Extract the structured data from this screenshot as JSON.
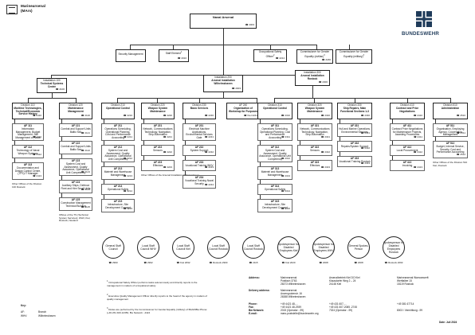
{
  "header": {
    "org_name": "Marinearsenal",
    "org_abbr": "(MArs)",
    "brand": "BUNDESWEHR"
  },
  "top": {
    "title": "Naval Arsenal",
    "tel": "2003"
  },
  "staff": [
    {
      "label": "Security Management",
      "tel": ""
    },
    {
      "label": "Staff Element",
      "sup": "1",
      "tel": "2010"
    },
    {
      "label": "Occupational Safety Officer",
      "sup": "2",
      "tel": "2214"
    },
    {
      "label": "Commissioner for Gender Equality (civilian)",
      "sup": "3",
      "tel": "2180"
    },
    {
      "label": "Commissioner for Gender Equality (military)",
      "sup": "3",
      "tel": ""
    }
  ],
  "installations": [
    {
      "title": "Installation 100",
      "name": "Technical Systems Centre",
      "tel": "2100"
    },
    {
      "title": "Installation 200",
      "name": "Arsenal Installation Wilhelmshaven",
      "tel": "2003"
    },
    {
      "title": "Installation 300",
      "name": "Arsenal Installation Rostock",
      "tel": "2300"
    }
  ],
  "divisions": [
    {
      "head": "Division 110",
      "name": "Maritime Technologies, Technical/Economic Service History",
      "tel": "2110",
      "items": [
        {
          "t": "AF 111",
          "d": "Information Management, Budget Management, Site Management of Naval Equipment",
          "tel": "2111"
        },
        {
          "t": "AF 112",
          "d": "Technology of Naval Weapon Systems",
          "tel": "2112"
        },
        {
          "t": "AF 113",
          "d": "Documentation and Design Control Centre, (TFS) IT Manager",
          "tel": "2113"
        }
      ],
      "note": "Other Offices of the Division 130 Rostock"
    },
    {
      "head": "Division 120",
      "name": "Maintenance Management",
      "tel": "2120",
      "items": [
        {
          "t": "AF 121",
          "d": "Combat and Support Units Baltic Sea",
          "tel": "2121"
        },
        {
          "t": "AF 122",
          "d": "Combat and Support Units Baltic Sea",
          "tel": "2122"
        },
        {
          "t": "AF 123",
          "d": "System Cost and Assessment, Quality Assurance, Operational Unit Competency",
          "tel": "2123"
        },
        {
          "t": "AF 124",
          "d": "Auxiliary Ships, Defence Fleet and Hire Small Units",
          "tel": "2124"
        },
        {
          "t": "AF 125",
          "d": "Construction Management Technical Building",
          "tel": "2125"
        }
      ],
      "note": "Offices of the TS (Technical System Services): WHV, Kiel, Rostock, Neuland"
    },
    {
      "head": "Division 210",
      "name": "Operational Control",
      "tel": "2210",
      "items": [
        {
          "t": "AF 211",
          "d": "Operations Scheduling, Operational Planning, Cost and Performance Accounting",
          "tel": "2211"
        },
        {
          "t": "AF 212",
          "d": "System Cost and Assessment, Quality Assurance, Operational Unit Competency",
          "tel": "2212"
        },
        {
          "t": "AF 213",
          "d": "Materiel and Warehouse Management",
          "tel": "2213"
        },
        {
          "t": "AF 214",
          "d": "Operational Safety",
          "tel": "2214"
        },
        {
          "t": "AF 215",
          "d": "Infrastructure, Site Development Concept",
          "tel": "2215"
        }
      ]
    },
    {
      "head": "Division 220",
      "name": "Weapon System Maintenance",
      "tel": "2220",
      "items": [
        {
          "t": "AF 221",
          "d": "Network, Communications Technology, Navigation, Ship Automation",
          "tel": "2221"
        },
        {
          "t": "AF 222",
          "d": "Sensors",
          "tel": "2222"
        },
        {
          "t": "AF 223",
          "d": "Effectors",
          "tel": "2223"
        }
      ],
      "note": "Other Offices of the Arsenal Installation Wilhelmshaven"
    },
    {
      "head": "Division 230",
      "name": "Basic Services",
      "tel": "2230",
      "items": [
        {
          "t": "AF 231",
          "d": "Electrical Machine Applications, Environmental Services Gate",
          "tel": "2231"
        },
        {
          "t": "AF 232",
          "d": "System Support",
          "tel": "2232"
        },
        {
          "t": "AF 233",
          "d": "Vocational Training WHV",
          "tel": "2233"
        },
        {
          "t": "AF 234",
          "d": "Vocational Training Naval Security",
          "tel": "2234"
        }
      ]
    },
    {
      "head": "AF 240",
      "name": "Organisation of Workshop for Purposes",
      "tel": "Kiel 2241",
      "items": []
    },
    {
      "head": "Division 310",
      "name": "Operational Control",
      "tel": "2310",
      "items": [
        {
          "t": "AF 311",
          "d": "Operations Scheduling, Operational Planning, Cost and Performance Accounting",
          "tel": "2311"
        },
        {
          "t": "AF 312",
          "d": "System Cost and Assessment, Quality Assurance, Operational Unit Competency",
          "tel": "2312"
        },
        {
          "t": "AF 313",
          "d": "Materiel and Warehouse Management",
          "tel": "2313"
        },
        {
          "t": "AF 314",
          "d": "Operational Safety",
          "tel": "2314"
        },
        {
          "t": "AF 315",
          "d": "Infrastructure, Site Development Concept",
          "tel": "2315"
        }
      ]
    },
    {
      "head": "Division 320",
      "name": "Weapon System Maintenance",
      "tel": "2320",
      "items": [
        {
          "t": "AF 321",
          "d": "Network, Communications Technology, Navigation, Ship Automation",
          "tel": "2321"
        },
        {
          "t": "AF 322",
          "d": "Sensors",
          "tel": "2322"
        },
        {
          "t": "AF 323",
          "d": "Effectors",
          "tel": "2323"
        }
      ]
    },
    {
      "head": "Division 330",
      "name": "Ship Repairs, Main Functional Sections 1-3",
      "tel": "2330",
      "items": [
        {
          "t": "AF 331",
          "d": "Hull and Marine Operations, Environmental Services",
          "tel": "2331"
        },
        {
          "t": "AF 332",
          "d": "Repairs/System Support",
          "tel": "2332"
        },
        {
          "t": "AF 333",
          "d": "Vocational Training Rostock",
          "tel": "2333"
        }
      ]
    },
    {
      "head": "Division 410",
      "name": "Contract and Price Negotiations",
      "tel": "2410",
      "items": [
        {
          "t": "AF 411",
          "d": "Contract Price Negotiations for Maintenance Projects, Awarding Procedures",
          "tel": "2411"
        },
        {
          "t": "AF 412",
          "d": "Local Procurement",
          "tel": "2412"
        },
        {
          "t": "AF 413",
          "d": "Invoicing",
          "tel": "2413"
        }
      ]
    },
    {
      "head": "Division 510",
      "name": "Administration",
      "tel": "2510",
      "items": [
        {
          "t": "AF 511",
          "d": "Organisation, Employing Agency, Cooperation Management",
          "tel": "2511"
        },
        {
          "t": "AF 512",
          "d": "Budget, Internal Service, Security, Cost and Performance Accounting",
          "tel": "2512"
        }
      ],
      "note": "Other Offices of the Division 510 Kiel, Rostock"
    }
  ],
  "councils": [
    {
      "label": "General Staff Council",
      "tel": "2990"
    },
    {
      "label": "Local Staff Council WHV",
      "tel": "2992"
    },
    {
      "label": "Local Staff Council Kiel",
      "tel": "Kiel 2092"
    },
    {
      "label": "Local Staff Council Rostock",
      "tel": "Rostock 2900"
    },
    {
      "label": "Local Staff Council Rostock",
      "tel": "2115"
    },
    {
      "label": "Spokesperson for Disabled Employees Kiel",
      "tel": "Kiel 2020"
    },
    {
      "label": "Spokesperson for Disabled Employees WHV",
      "tel": "2008"
    },
    {
      "label": "General Spokes-Person",
      "tel": "2008"
    },
    {
      "label": "Spokesperson for Disabled Employees Rostock",
      "tel": "Rostock 2093"
    }
  ],
  "footnotes": [
    {
      "n": "1",
      "text": "Occupational Safety Officer performs tasks autonomously and directly reports to the management in matters of occupational safety"
    },
    {
      "n": "2",
      "text": "Executive Quality Management Officer directly reports to the head of the agency in matters of quality management"
    },
    {
      "n": "3",
      "text": "Duties are performed by the Commissioner for Gender Equality (military) of BAAINBw Phone: (+49 261 400-12350, Bw Network: -4424"
    }
  ],
  "key": {
    "title": "Key:",
    "rows": [
      {
        "k": "AF:",
        "v": "Branch"
      },
      {
        "k": "WHV:",
        "v": "Wilhelmshaven"
      }
    ]
  },
  "contact": {
    "address_label": "Address:",
    "delivery_label": "Delivery address:",
    "phone_label": "Phone:",
    "fax_label": "Fax:",
    "bwnet_label": "Bw Network:",
    "email_label": "E-mail:",
    "col1": {
      "address": [
        "Marinearsenal",
        "Postfach 3763",
        "26373 Wilhelmshaven"
      ],
      "delivery": [
        "Marinearsenal",
        "Anzengruberstr. 16",
        "26388 Wilhelmshaven"
      ],
      "phone": "+49 4421 48-…",
      "fax": "+49 4421 48-2939",
      "bwnet": "2015 (Operator: -99)",
      "email": "mars-poststelle@bundeswehr.org"
    },
    "col2": {
      "address": [
        "Arsenalbetrieb Kiel DO Kiel",
        "Klausdorfer Weg 2 – 24",
        "24148 Kiel"
      ],
      "phone": "+49 431 607-…",
      "fax": "+49 431 607-2085 -2745",
      "bwnet": "7324 (Operator: -99)"
    },
    "col3": {
      "address": [
        "Marinearsenal Warnowwerft",
        "Werftallee 15",
        "18119 Rostock"
      ],
      "phone": "+49 381 67714",
      "bwnet": "8003 / Vermittlung: -99"
    }
  },
  "date": "Date: Juli 2024"
}
